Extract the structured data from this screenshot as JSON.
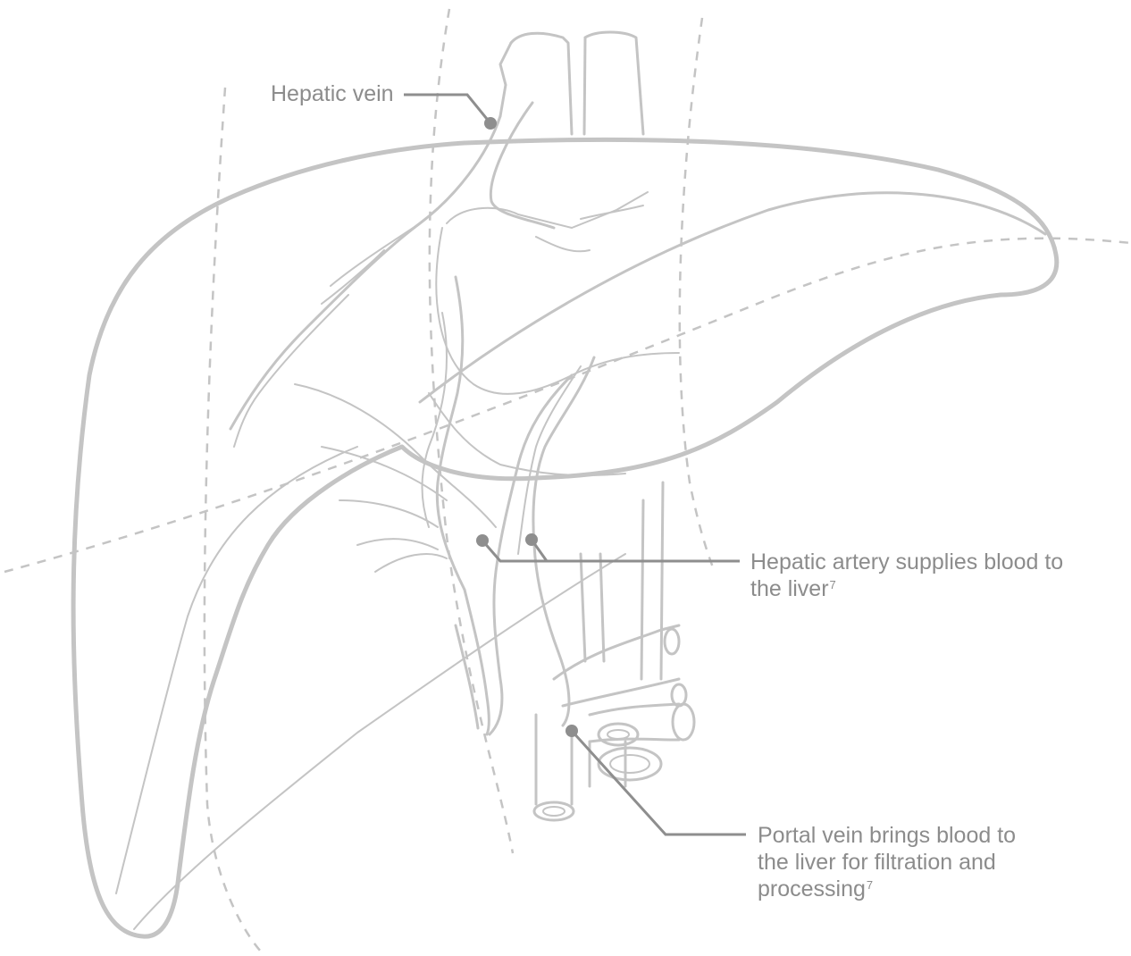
{
  "labels": {
    "hepatic_vein": "Hepatic vein",
    "hepatic_artery": "Hepatic artery supplies blood to the liver",
    "hepatic_artery_ref": "7",
    "portal_vein": "Portal vein brings blood to the liver for filtration and processing",
    "portal_vein_ref": "7"
  },
  "colors": {
    "outline": "#c4c4c4",
    "leader": "#8e8e8e",
    "text": "#8c8c8c"
  }
}
